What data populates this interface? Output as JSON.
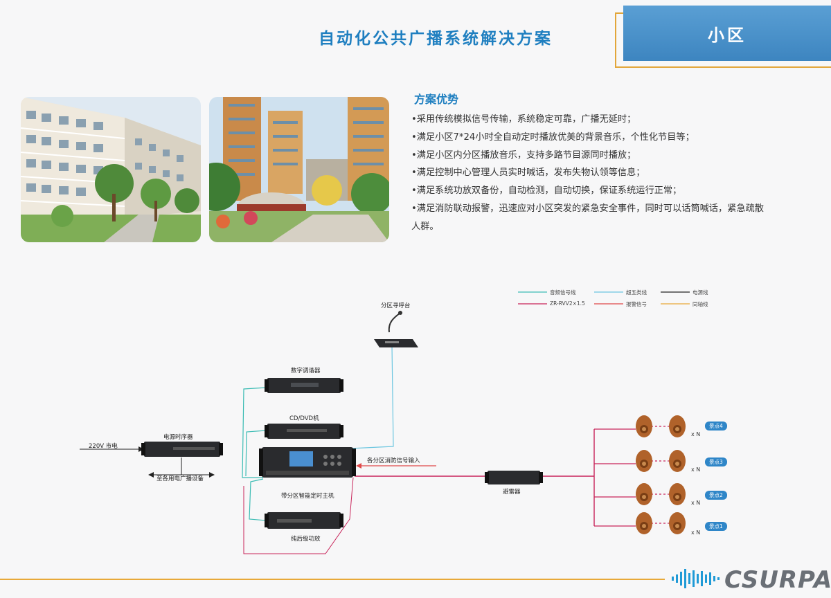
{
  "header": {
    "title": "自动化公共广播系统解决方案",
    "tab": "小区"
  },
  "advantages": {
    "title": "方案优势",
    "items": [
      "•采用传统模拟信号传输，系统稳定可靠，广播无延时；",
      "•满足小区7*24小时全自动定时播放优美的背景音乐，个性化节目等；",
      "•满足小区内分区播放音乐，支持多路节目源同时播放；",
      "•满足控制中心管理人员实时喊话，发布失物认领等信息；",
      "•满足系统功放双备份，自动检测，自动切换，保证系统运行正常；",
      "•满足消防联动报警，迅速应对小区突发的紧急安全事件，同时可以话筒喊话，紧急疏散人群。"
    ]
  },
  "legend": [
    {
      "label": "音频信号线",
      "color": "#3cbcb4"
    },
    {
      "label": "超五类线",
      "color": "#6cc6e0"
    },
    {
      "label": "电源线",
      "color": "#222222"
    },
    {
      "label": "ZR-RVV2×1.5",
      "color": "#c8245a"
    },
    {
      "label": "报警信号",
      "color": "#e04a4a"
    },
    {
      "label": "同轴线",
      "color": "#e8a93a"
    }
  ],
  "diagram": {
    "mains_label": "220V 市电",
    "sequencer_label": "电源时序器",
    "sequencer_note": "至各用电广播设备",
    "tuner_label": "数字调谐器",
    "dvd_label": "CD/DVD机",
    "host_label": "带分区智能定时主机",
    "amp_label": "纯后级功放",
    "paging_label": "分区寻呼台",
    "fire_label": "各分区消防信号输入",
    "lightning_label": "避雷器",
    "brand_mark": "CSURPA",
    "multiplier": "x N",
    "zones": [
      "景点4",
      "景点3",
      "景点2",
      "景点1"
    ]
  },
  "footer": {
    "logo": "CSURPA"
  }
}
